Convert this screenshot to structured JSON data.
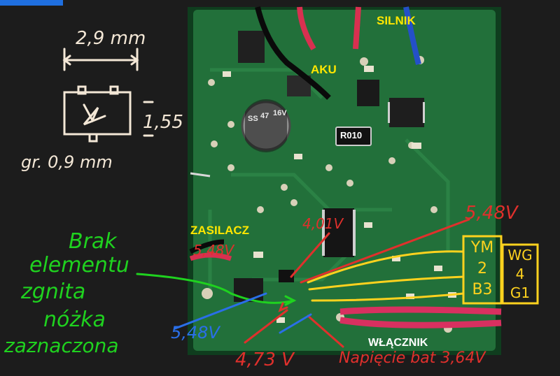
{
  "sketch": {
    "width_label": "2,9 mm",
    "height_label": "1,55",
    "thickness_label": "gr. 0,9 mm"
  },
  "board_labels": {
    "silnik": "SILNIK",
    "aku": "AKU",
    "zasilacz": "ZASILACZ",
    "wlacznik": "WŁĄCZNIK",
    "resistor": "R010",
    "cap_top": "SS",
    "cap_mid": "47",
    "cap_right": "16V"
  },
  "annotations": {
    "green_note_1": "Brak",
    "green_note_2": "elementu",
    "green_note_3": "zgnita",
    "green_note_4": "nóżka",
    "green_note_5": "zaznaczona",
    "red_voltage_top": "5,48V",
    "red_voltage_mid": "4,01V",
    "red_voltage_zasilacz": "5,48V",
    "red_voltage_bottom": "4,73 V",
    "red_battery": "Napięcie bat 3,64V",
    "blue_voltage": "5,48V"
  },
  "pin_table": {
    "left": [
      "YM",
      "2",
      "B3"
    ],
    "right": [
      "WG",
      "4",
      "G1"
    ]
  },
  "colors": {
    "pcb": "#1f6a32",
    "green_ink": "#1fd21f",
    "red_ink": "#e0302c",
    "yellow_ink": "#ffd21e",
    "blue_ink": "#2a6fe8",
    "sketch_ink": "#f3e7d6"
  }
}
